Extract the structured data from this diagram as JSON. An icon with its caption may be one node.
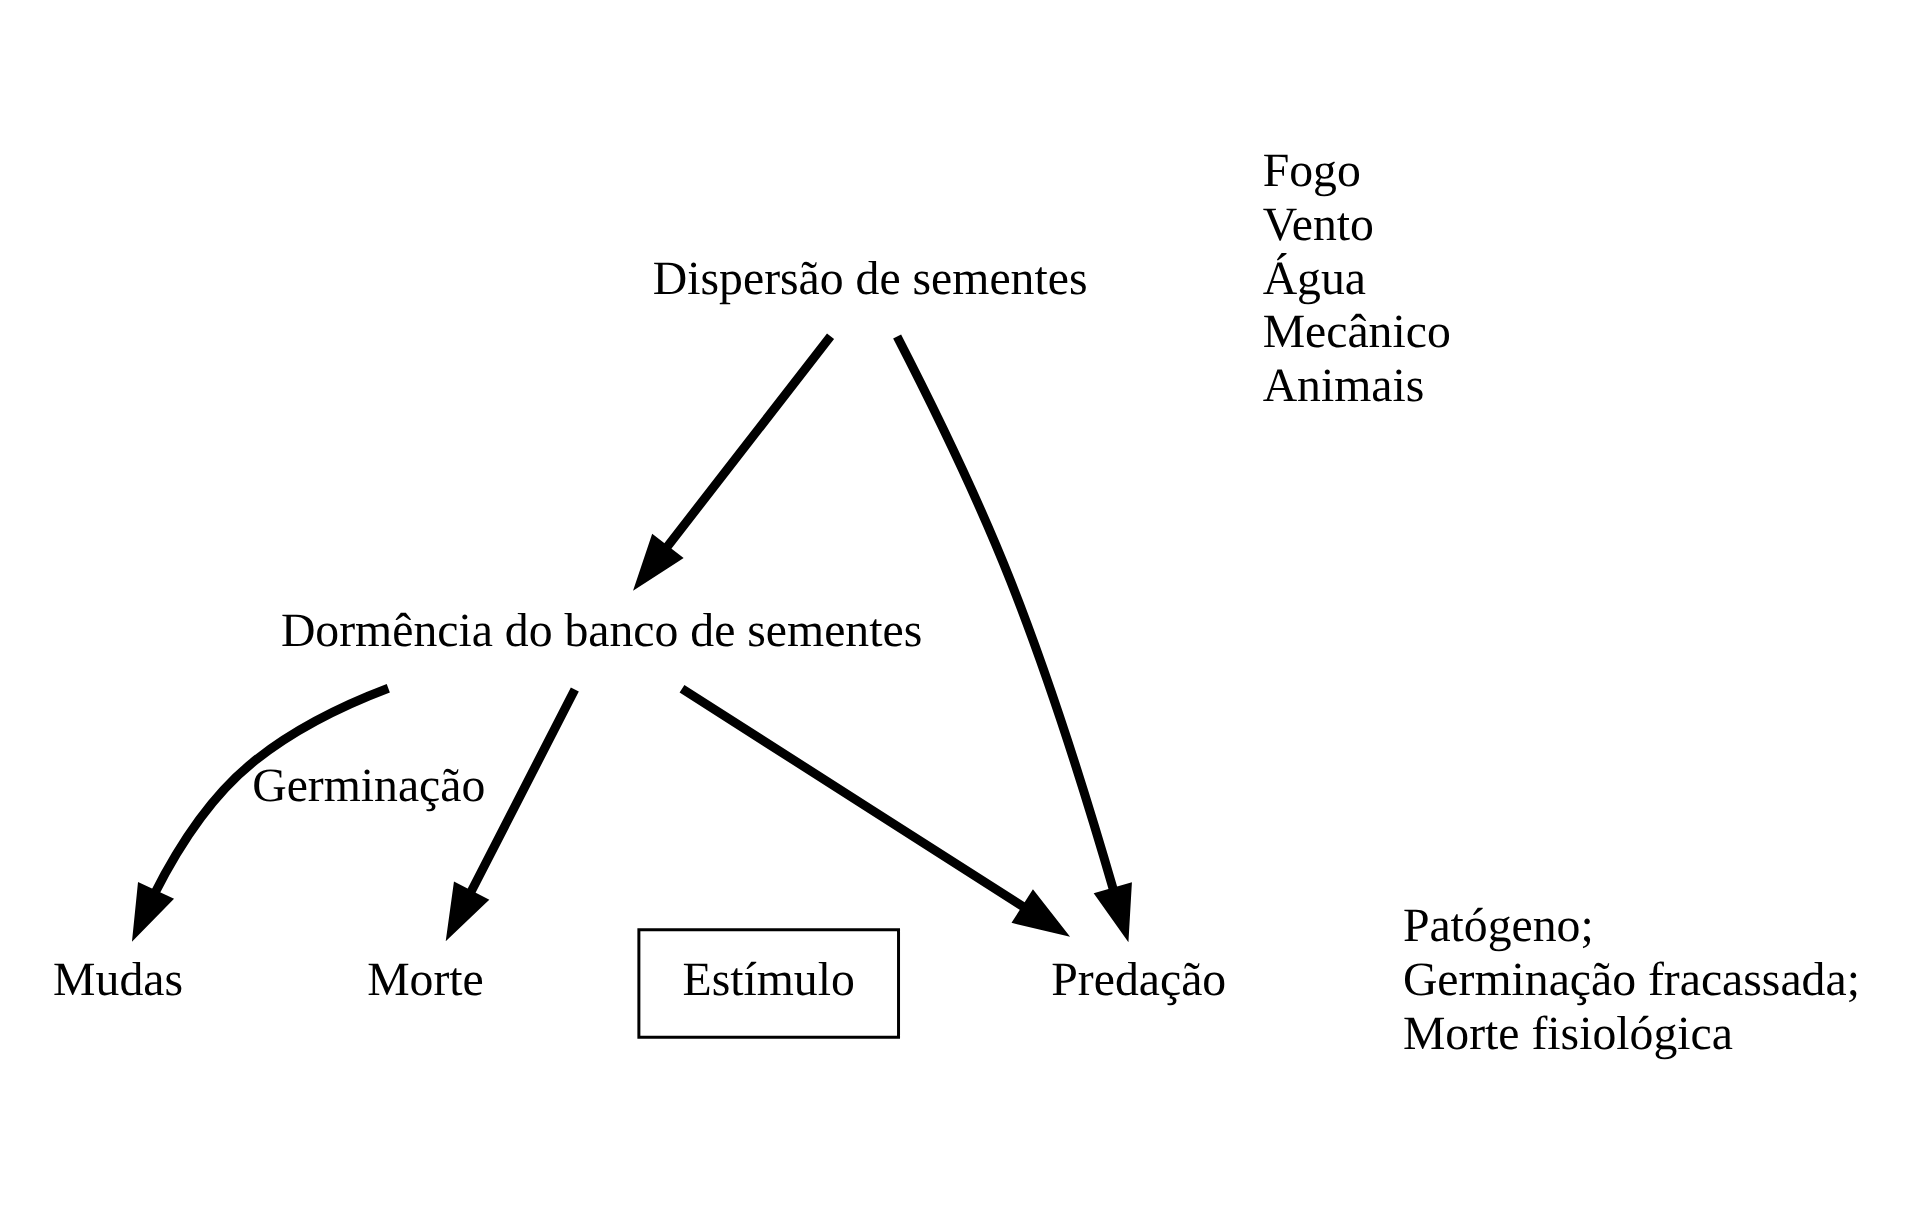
{
  "diagram": {
    "nodes": [
      {
        "text": [
          "Dispersão de sementes"
        ]
      },
      {
        "text": [
          "Dormência do banco de sementes"
        ]
      },
      {
        "text": [
          "Predação"
        ]
      },
      {
        "text": [
          "Mudas"
        ]
      },
      {
        "text": [
          "Morte"
        ]
      },
      {
        "text": [
          "Estímulo"
        ]
      }
    ],
    "edges": [
      {
        "from": 0,
        "to": 1,
        "arrow": "to"
      },
      {
        "from": 0,
        "to": 2,
        "arrow": "to"
      },
      {
        "from": 1,
        "to": 2,
        "arrow": "to"
      },
      {
        "from": 1,
        "to": 3,
        "arrow": "to",
        "label": "Germinação"
      },
      {
        "from": 1,
        "to": 4,
        "arrow": "to"
      }
    ],
    "labels": [
      "Fogo",
      "Vento",
      "Água",
      "Mecânico",
      "Animais",
      "Patógeno;",
      "Germinação fracassada;",
      "Morte fisiológica"
    ]
  }
}
